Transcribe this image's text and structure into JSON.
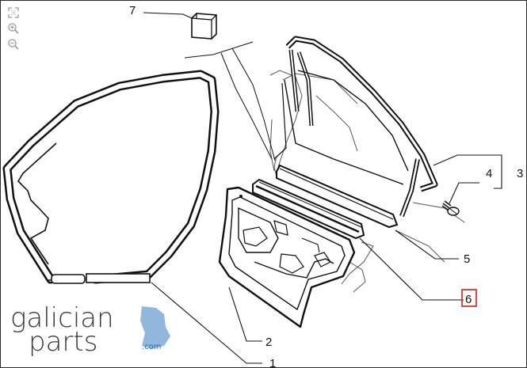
{
  "toolbar": {
    "fullscreen_icon": "expand-icon",
    "zoom_in_icon": "zoom-in-icon",
    "zoom_out_icon": "zoom-out-icon"
  },
  "callouts": [
    {
      "id": "1",
      "label": "1"
    },
    {
      "id": "2",
      "label": "2"
    },
    {
      "id": "3",
      "label": "3"
    },
    {
      "id": "4",
      "label": "4"
    },
    {
      "id": "5",
      "label": "5"
    },
    {
      "id": "6",
      "label": "6",
      "highlighted": true
    },
    {
      "id": "7",
      "label": "7"
    }
  ],
  "watermark": {
    "line1": "galician",
    "line2": "parts",
    "suffix": ".com",
    "accent_color": "#8fb8dc",
    "suffix_color": "#1e6fb0"
  },
  "colors": {
    "line": "#111111",
    "highlight": "#d02020",
    "background": "#ffffff"
  }
}
